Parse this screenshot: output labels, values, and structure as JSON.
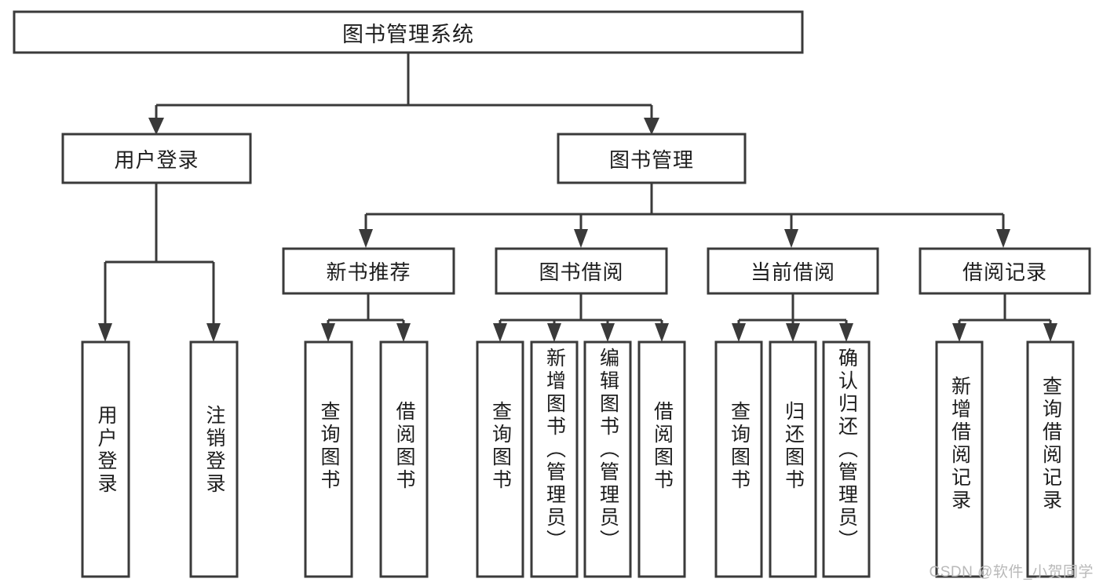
{
  "diagram": {
    "type": "tree-hierarchy-chart",
    "title": "图书管理系统",
    "watermark": "CSDN @软件_小贺同学",
    "colors": {
      "box_stroke": "#3a3a3a",
      "box_fill": "#ffffff",
      "text": "#1d1d1d",
      "connector": "#3a3a3a",
      "watermark": "#b9b9b9",
      "background": "#ffffff"
    },
    "levels": [
      {
        "level": 1,
        "nodes": [
          {
            "id": "root",
            "label": "图书管理系统",
            "orientation": "horizontal"
          }
        ]
      },
      {
        "level": 2,
        "nodes": [
          {
            "id": "login",
            "label": "用户登录",
            "orientation": "horizontal",
            "parent": "root"
          },
          {
            "id": "bookmgmt",
            "label": "图书管理",
            "orientation": "horizontal",
            "parent": "root"
          }
        ]
      },
      {
        "level": 3,
        "nodes": [
          {
            "id": "newbooks",
            "label": "新书推荐",
            "orientation": "horizontal",
            "parent": "bookmgmt"
          },
          {
            "id": "borrow",
            "label": "图书借阅",
            "orientation": "horizontal",
            "parent": "bookmgmt"
          },
          {
            "id": "current",
            "label": "当前借阅",
            "orientation": "horizontal",
            "parent": "bookmgmt"
          },
          {
            "id": "records",
            "label": "借阅记录",
            "orientation": "horizontal",
            "parent": "bookmgmt"
          }
        ]
      },
      {
        "level": 4,
        "nodes": [
          {
            "id": "leaf-user-login",
            "label": "用户登录",
            "orientation": "vertical",
            "parent": "login"
          },
          {
            "id": "leaf-user-logout",
            "label": "注销登录",
            "orientation": "vertical",
            "parent": "login"
          },
          {
            "id": "leaf-query-book-1",
            "label": "查询图书",
            "orientation": "vertical",
            "parent": "newbooks"
          },
          {
            "id": "leaf-borrow-book-1",
            "label": "借阅图书",
            "orientation": "vertical",
            "parent": "newbooks"
          },
          {
            "id": "leaf-query-book-2",
            "label": "查询图书",
            "orientation": "vertical",
            "parent": "borrow"
          },
          {
            "id": "leaf-add-book",
            "label": "新增图书（管理员）",
            "orientation": "vertical",
            "parent": "borrow"
          },
          {
            "id": "leaf-edit-book",
            "label": "编辑图书（管理员）",
            "orientation": "vertical",
            "parent": "borrow"
          },
          {
            "id": "leaf-borrow-book-2",
            "label": "借阅图书",
            "orientation": "vertical",
            "parent": "borrow"
          },
          {
            "id": "leaf-query-book-3",
            "label": "查询图书",
            "orientation": "vertical",
            "parent": "current"
          },
          {
            "id": "leaf-return-book",
            "label": "归还图书",
            "orientation": "vertical",
            "parent": "current"
          },
          {
            "id": "leaf-confirm-return",
            "label": "确认归还（管理员）",
            "orientation": "vertical",
            "parent": "current"
          },
          {
            "id": "leaf-add-record",
            "label": "新增借阅记录",
            "orientation": "vertical",
            "parent": "records"
          },
          {
            "id": "leaf-query-record",
            "label": "查询借阅记录",
            "orientation": "vertical",
            "parent": "records"
          }
        ]
      }
    ]
  }
}
